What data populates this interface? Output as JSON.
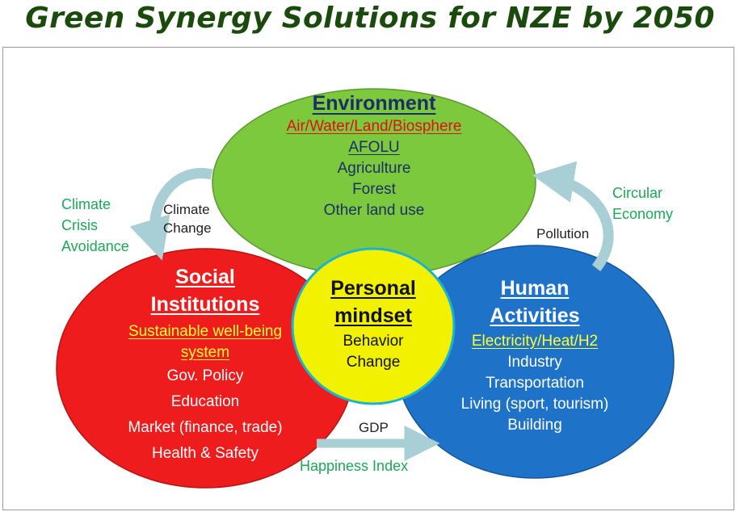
{
  "title": "Green Synergy Solutions for NZE by 2050",
  "colors": {
    "title": "#1a4a0c",
    "environment_circle": "#7dc93e",
    "social_circle": "#ee1c1c",
    "human_circle": "#1e73c8",
    "personal_circle": "#f2f200",
    "highlight_red": "#e01010",
    "highlight_yellow": "#ffff33",
    "green_label": "#1aaa55",
    "arrow": "#a9cfd6"
  },
  "environment": {
    "heading": "Environment",
    "subheading": "Air/Water/Land/Biosphere",
    "afolu": "AFOLU",
    "items": [
      "Agriculture",
      "Forest",
      "Other land use"
    ]
  },
  "social": {
    "heading_line1": "Social",
    "heading_line2": "Institutions",
    "subheading_line1": "Sustainable well-being",
    "subheading_line2": "system",
    "items": [
      "Gov. Policy",
      "Education",
      "Market (finance, trade)",
      "Health & Safety"
    ]
  },
  "human": {
    "heading_line1": "Human",
    "heading_line2": "Activities",
    "subheading": "Electricity/Heat/H2",
    "items": [
      "Industry",
      "Transportation",
      "Living (sport, tourism)",
      "Building"
    ]
  },
  "personal": {
    "heading_line1": "Personal",
    "heading_line2": "mindset",
    "items": [
      "Behavior",
      "Change"
    ]
  },
  "labels": {
    "climate_crisis": [
      "Climate",
      "Crisis",
      "Avoidance"
    ],
    "climate_change": [
      "Climate",
      "Change"
    ],
    "circular_economy": [
      "Circular",
      "Economy"
    ],
    "pollution": "Pollution",
    "gdp": "GDP",
    "happiness_index": "Happiness Index"
  }
}
